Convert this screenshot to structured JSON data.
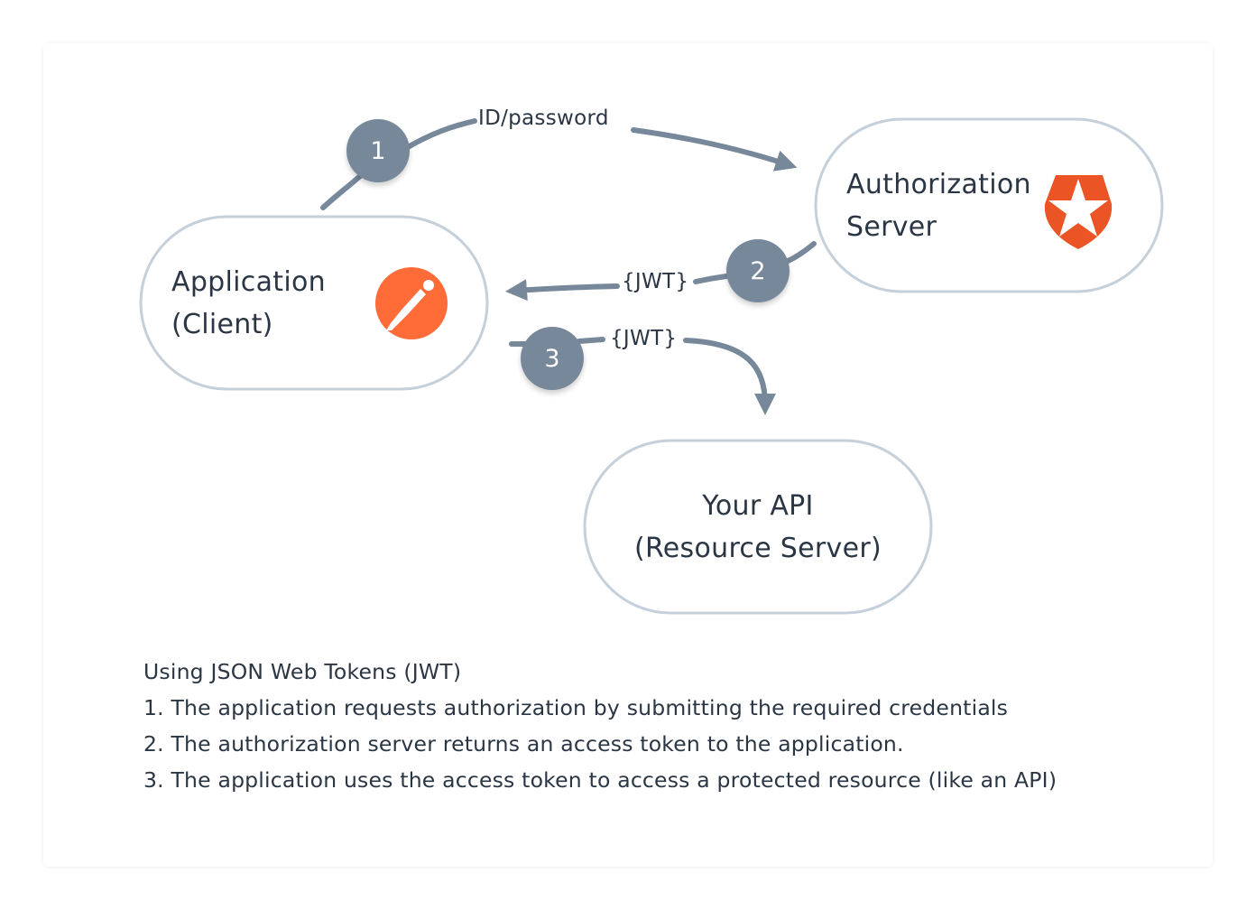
{
  "title": "Using JSON Web Tokens (JWT)",
  "colors": {
    "node_border": "#c5d0da",
    "edge": "#77889a",
    "badge": "#77889a",
    "text": "#2a3644",
    "postman_orange": "#ff6c37",
    "auth0_orange": "#eb5424"
  },
  "nodes": {
    "client": {
      "line1": "Application",
      "line2": "(Client)",
      "icon": "postman-logo-icon"
    },
    "auth_server": {
      "line1": "Authorization",
      "line2": "Server",
      "icon": "auth0-shield-icon"
    },
    "api": {
      "line1": "Your API",
      "line2": "(Resource Server)"
    }
  },
  "edges": [
    {
      "step": "1",
      "label": "ID/password",
      "from": "client",
      "to": "auth_server"
    },
    {
      "step": "2",
      "label": "{JWT}",
      "from": "auth_server",
      "to": "client"
    },
    {
      "step": "3",
      "label": "{JWT}",
      "from": "client",
      "to": "api"
    }
  ],
  "caption": {
    "heading": "Using JSON Web Tokens (JWT)",
    "steps": [
      "1. The application requests authorization by submitting the required credentials",
      "2. The authorization server returns an access token to the application.",
      "3. The application uses the access token to access a protected resource (like an API)"
    ]
  }
}
